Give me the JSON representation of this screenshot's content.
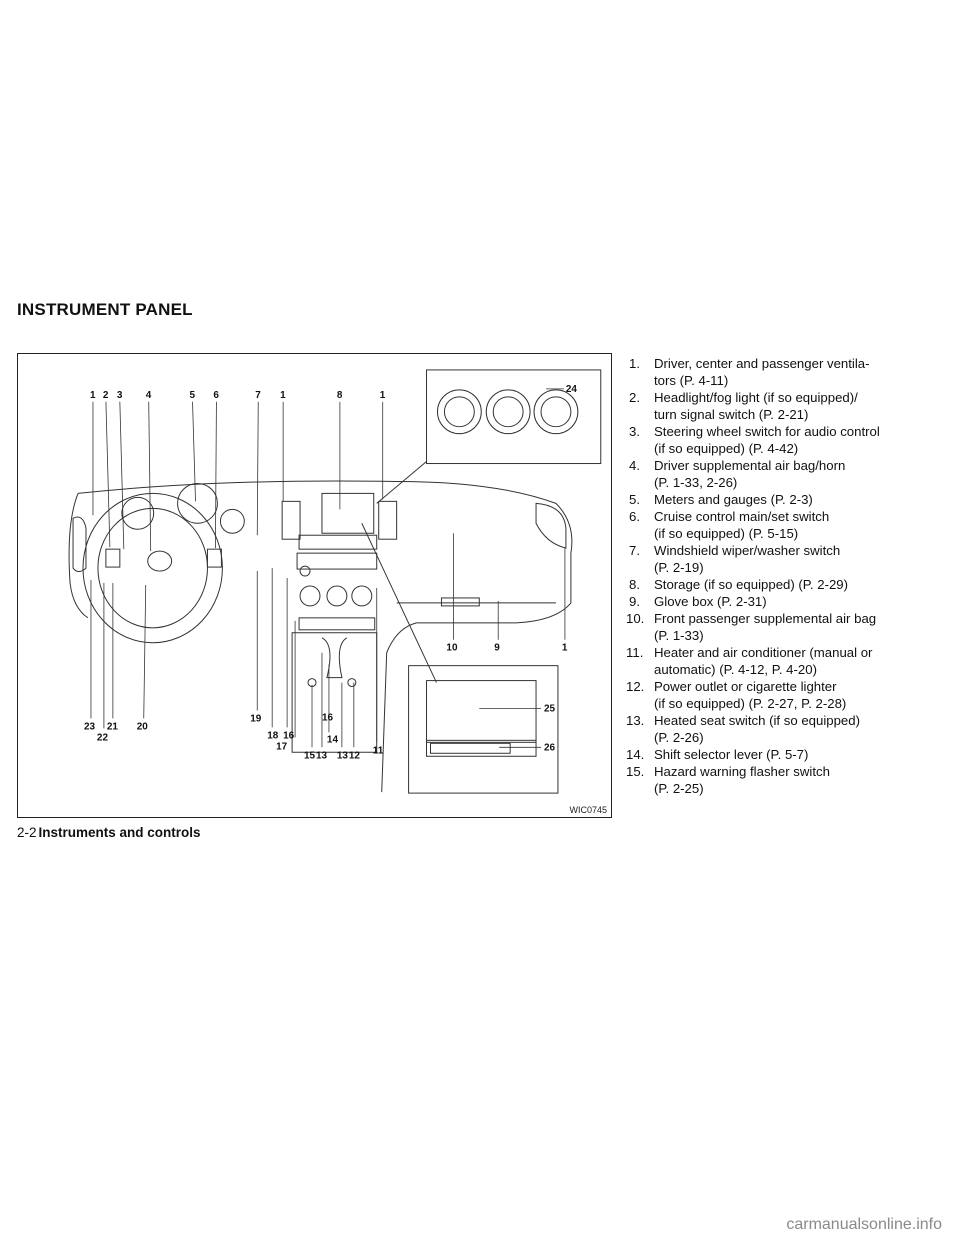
{
  "section_title": "INSTRUMENT PANEL",
  "figure": {
    "code": "WIC0745",
    "callouts": [
      "1",
      "2",
      "3",
      "4",
      "5",
      "6",
      "7",
      "1",
      "8",
      "1",
      "24",
      "10",
      "9",
      "1",
      "25",
      "26",
      "23",
      "22",
      "21",
      "20",
      "19",
      "18",
      "16",
      "17",
      "15",
      "13",
      "13",
      "12",
      "14",
      "16",
      "11"
    ]
  },
  "legend": [
    {
      "num": "1.",
      "text": "Driver, center and passenger ventila-",
      "cont": "tors (P. 4-11)"
    },
    {
      "num": "2.",
      "text": "Headlight/fog light (if so equipped)/",
      "cont": "turn signal switch (P. 2-21)"
    },
    {
      "num": "3.",
      "text": "Steering wheel switch for audio control",
      "cont": "(if so equipped) (P. 4-42)"
    },
    {
      "num": "4.",
      "text": "Driver supplemental air bag/horn",
      "cont": "(P. 1-33, 2-26)"
    },
    {
      "num": "5.",
      "text": "Meters and gauges (P. 2-3)",
      "cont": ""
    },
    {
      "num": "6.",
      "text": "Cruise control main/set switch",
      "cont": "(if so equipped) (P. 5-15)"
    },
    {
      "num": "7.",
      "text": "Windshield wiper/washer switch",
      "cont": "(P. 2-19)"
    },
    {
      "num": "8.",
      "text": "Storage (if so equipped) (P. 2-29)",
      "cont": ""
    },
    {
      "num": "9.",
      "text": "Glove box (P. 2-31)",
      "cont": ""
    },
    {
      "num": "10.",
      "text": "Front passenger supplemental air bag",
      "cont": "(P. 1-33)"
    },
    {
      "num": "11.",
      "text": "Heater and air conditioner (manual or",
      "cont": "automatic) (P. 4-12, P. 4-20)"
    },
    {
      "num": "12.",
      "text": "Power outlet or cigarette lighter",
      "cont": "(if so equipped) (P. 2-27, P. 2-28)"
    },
    {
      "num": "13.",
      "text": "Heated seat switch (if so equipped)",
      "cont": "(P. 2-26)"
    },
    {
      "num": "14.",
      "text": "Shift selector lever (P. 5-7)",
      "cont": ""
    },
    {
      "num": "15.",
      "text": "Hazard warning flasher switch",
      "cont": "(P. 2-25)"
    }
  ],
  "footer": {
    "page": "2-2",
    "chapter": "Instruments and controls"
  },
  "watermark": "carmanualsonline.info"
}
